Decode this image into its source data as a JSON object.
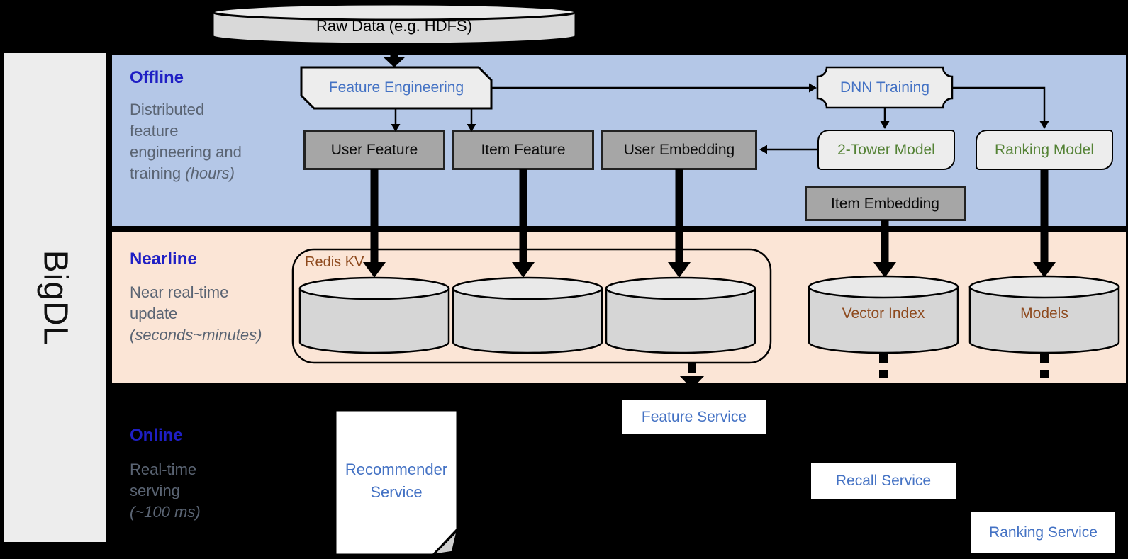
{
  "brand": "BigDL",
  "source_db": "Raw Data (e.g. HDFS)",
  "lanes": {
    "offline": {
      "title": "Offline",
      "line1": "Distributed",
      "line2": "feature",
      "line3": "engineering and",
      "tail": "training ",
      "italic": "(hours)"
    },
    "nearline": {
      "title": "Nearline",
      "line1": "Near real-time",
      "line2": "update",
      "italic": "(seconds~minutes)"
    },
    "online": {
      "title": "Online",
      "line1": "Real-time",
      "line2": "serving",
      "italic": "(~100 ms)"
    }
  },
  "offline_nodes": {
    "feature_engineering": "Feature Engineering",
    "dnn_training": "DNN Training",
    "user_feature": "User Feature",
    "item_feature": "Item Feature",
    "user_embedding": "User Embedding",
    "two_tower_model": "2-Tower Model",
    "ranking_model": "Ranking Model",
    "item_embedding": "Item Embedding"
  },
  "nearline_nodes": {
    "redis_kv": "Redis KV",
    "vector_index": "Vector Index",
    "models": "Models"
  },
  "online_nodes": {
    "recommender_service": "Recommender Service",
    "feature_service": "Feature Service",
    "recall_service": "Recall Service",
    "ranking_service": "Ranking Service"
  },
  "colors": {
    "band-blue": "#b4c7e7",
    "band-peach": "#fbe5d6",
    "heading-blue": "#1f1fc4",
    "desc-gray": "#5a6473",
    "node-blue": "#4472c4",
    "node-green": "#548235",
    "node-brown": "#8e4a1e"
  }
}
